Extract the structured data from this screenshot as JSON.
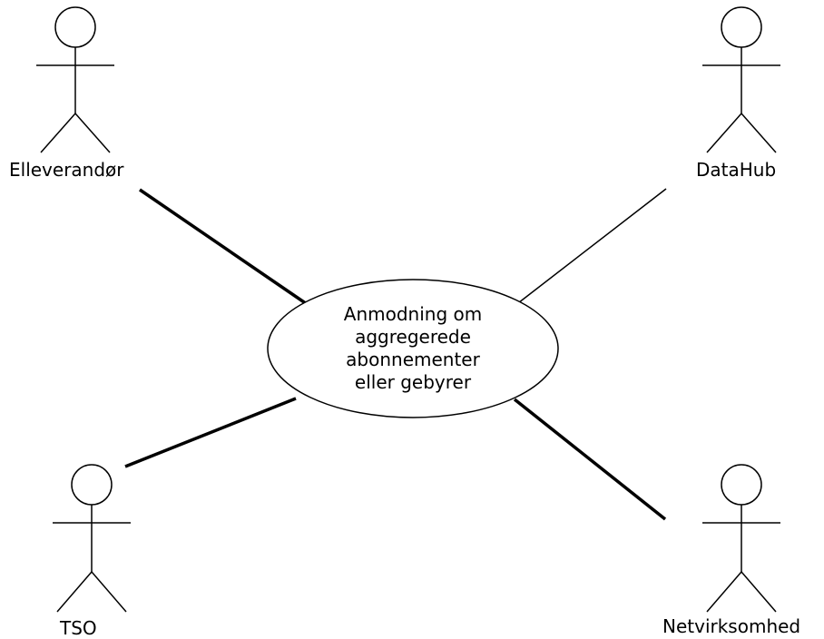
{
  "actors": [
    {
      "id": "elleverandor",
      "label": "Elleverandør"
    },
    {
      "id": "datahub",
      "label": "DataHub"
    },
    {
      "id": "tso",
      "label": "TSO"
    },
    {
      "id": "netvirksomhed",
      "label": "Netvirksomhed"
    }
  ],
  "use_case": {
    "lines": [
      "Anmodning om",
      "aggregerede",
      "abonnementer",
      "eller gebyrer"
    ]
  },
  "colors": {
    "stroke": "#000000",
    "background": "#ffffff"
  }
}
